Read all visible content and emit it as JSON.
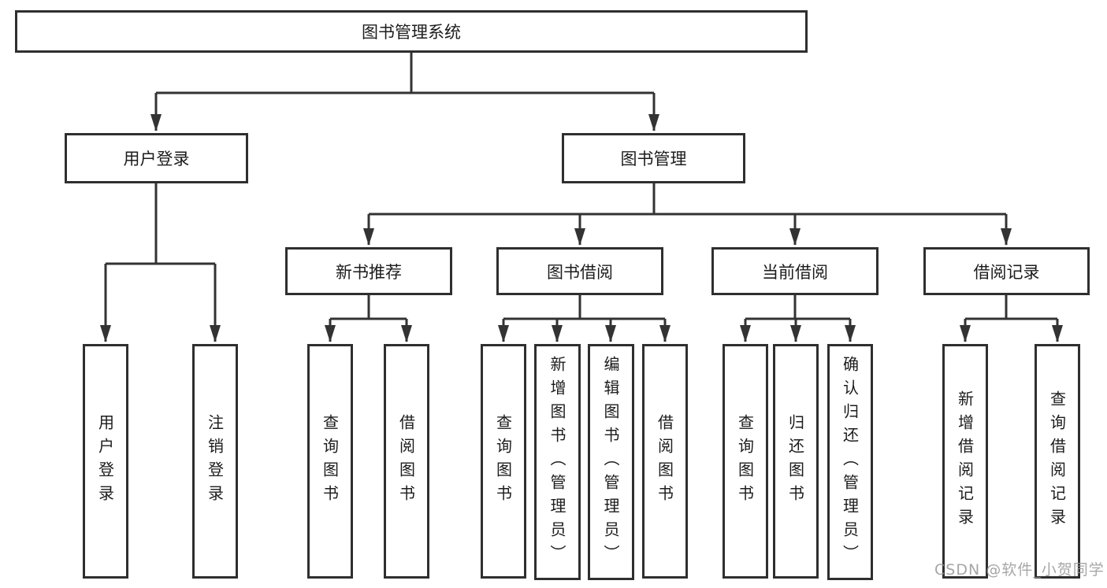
{
  "tree": {
    "root": {
      "label": "图书管理系统"
    },
    "children": [
      {
        "label": "用户登录",
        "children": [
          {
            "label": "用户登录"
          },
          {
            "label": "注销登录"
          }
        ]
      },
      {
        "label": "图书管理",
        "children": [
          {
            "label": "新书推荐",
            "children": [
              {
                "label": "查询图书"
              },
              {
                "label": "借阅图书"
              }
            ]
          },
          {
            "label": "图书借阅",
            "children": [
              {
                "label": "查询图书"
              },
              {
                "label": "新增图书（管理员）"
              },
              {
                "label": "编辑图书（管理员）"
              },
              {
                "label": "借阅图书"
              }
            ]
          },
          {
            "label": "当前借阅",
            "children": [
              {
                "label": "查询图书"
              },
              {
                "label": "归还图书"
              },
              {
                "label": "确认归还（管理员）"
              }
            ]
          },
          {
            "label": "借阅记录",
            "children": [
              {
                "label": "新增借阅记录"
              },
              {
                "label": "查询借阅记录"
              }
            ]
          }
        ]
      }
    ]
  },
  "watermark": "CSDN @软件_小贺同学",
  "colors": {
    "line": "#333333",
    "box_border": "#2f2f2f",
    "text": "#1c1c1c",
    "background": "#ffffff",
    "watermark": "#969696"
  }
}
